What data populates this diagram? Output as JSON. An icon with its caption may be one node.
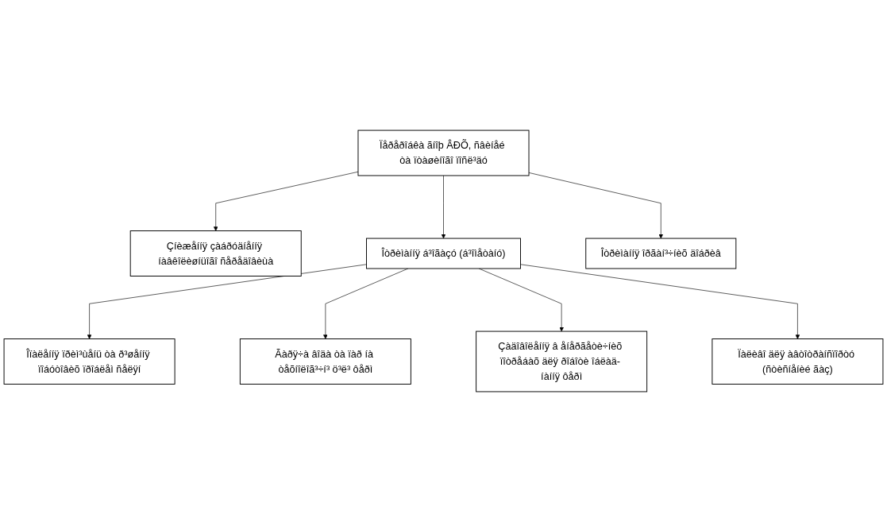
{
  "diagram": {
    "nodes": [
      {
        "text": [
          "Ïåðåðîáêà ãíîþ ÂÐÕ, ñâèíåé òà ïòàøèíîãî ïîñë³äó"
        ]
      },
      {
        "text": [
          "Çíèæåííÿ çàáðóäíåííÿ íàâêîëèøíüîãî ñåðåäîâèùà"
        ]
      },
      {
        "text": [
          "Îòðèìàííÿ á³îãàçó (á³îìåòàíó)"
        ]
      },
      {
        "text": [
          "Îòðèìàííÿ îðãàí³÷íèõ äîáðèâ"
        ]
      },
      {
        "text": [
          "Îïàëåííÿ ïðèì³ùåíü òà ð³øåííÿ ïîáóòîâèõ ïðîáëåì ñåëÿí"
        ]
      },
      {
        "text": [
          "Ãàðÿ÷à âîäà òà ïàð íà òåõíîëîã³÷í³ ö³ë³ ôåðì"
        ]
      },
      {
        "text": [
          "Çàäîâîëåííÿ â åíåðãåòè÷íèõ ïîòðåáàõ äëÿ ðîáîòè îáëàä- íàííÿ ôåðì"
        ]
      },
      {
        "text": [
          "Ïàëèâî äëÿ àâòîòðàíñïîðòó (ñòèñíåíèé ãàç)"
        ]
      }
    ],
    "edges": [
      {
        "from": 0,
        "to": 1,
        "arrow": "to"
      },
      {
        "from": 0,
        "to": 2,
        "arrow": "to"
      },
      {
        "from": 0,
        "to": 3,
        "arrow": "to"
      },
      {
        "from": 2,
        "to": 4,
        "arrow": "to"
      },
      {
        "from": 2,
        "to": 5,
        "arrow": "to"
      },
      {
        "from": 2,
        "to": 6,
        "arrow": "to"
      },
      {
        "from": 2,
        "to": 7,
        "arrow": "to"
      }
    ]
  }
}
